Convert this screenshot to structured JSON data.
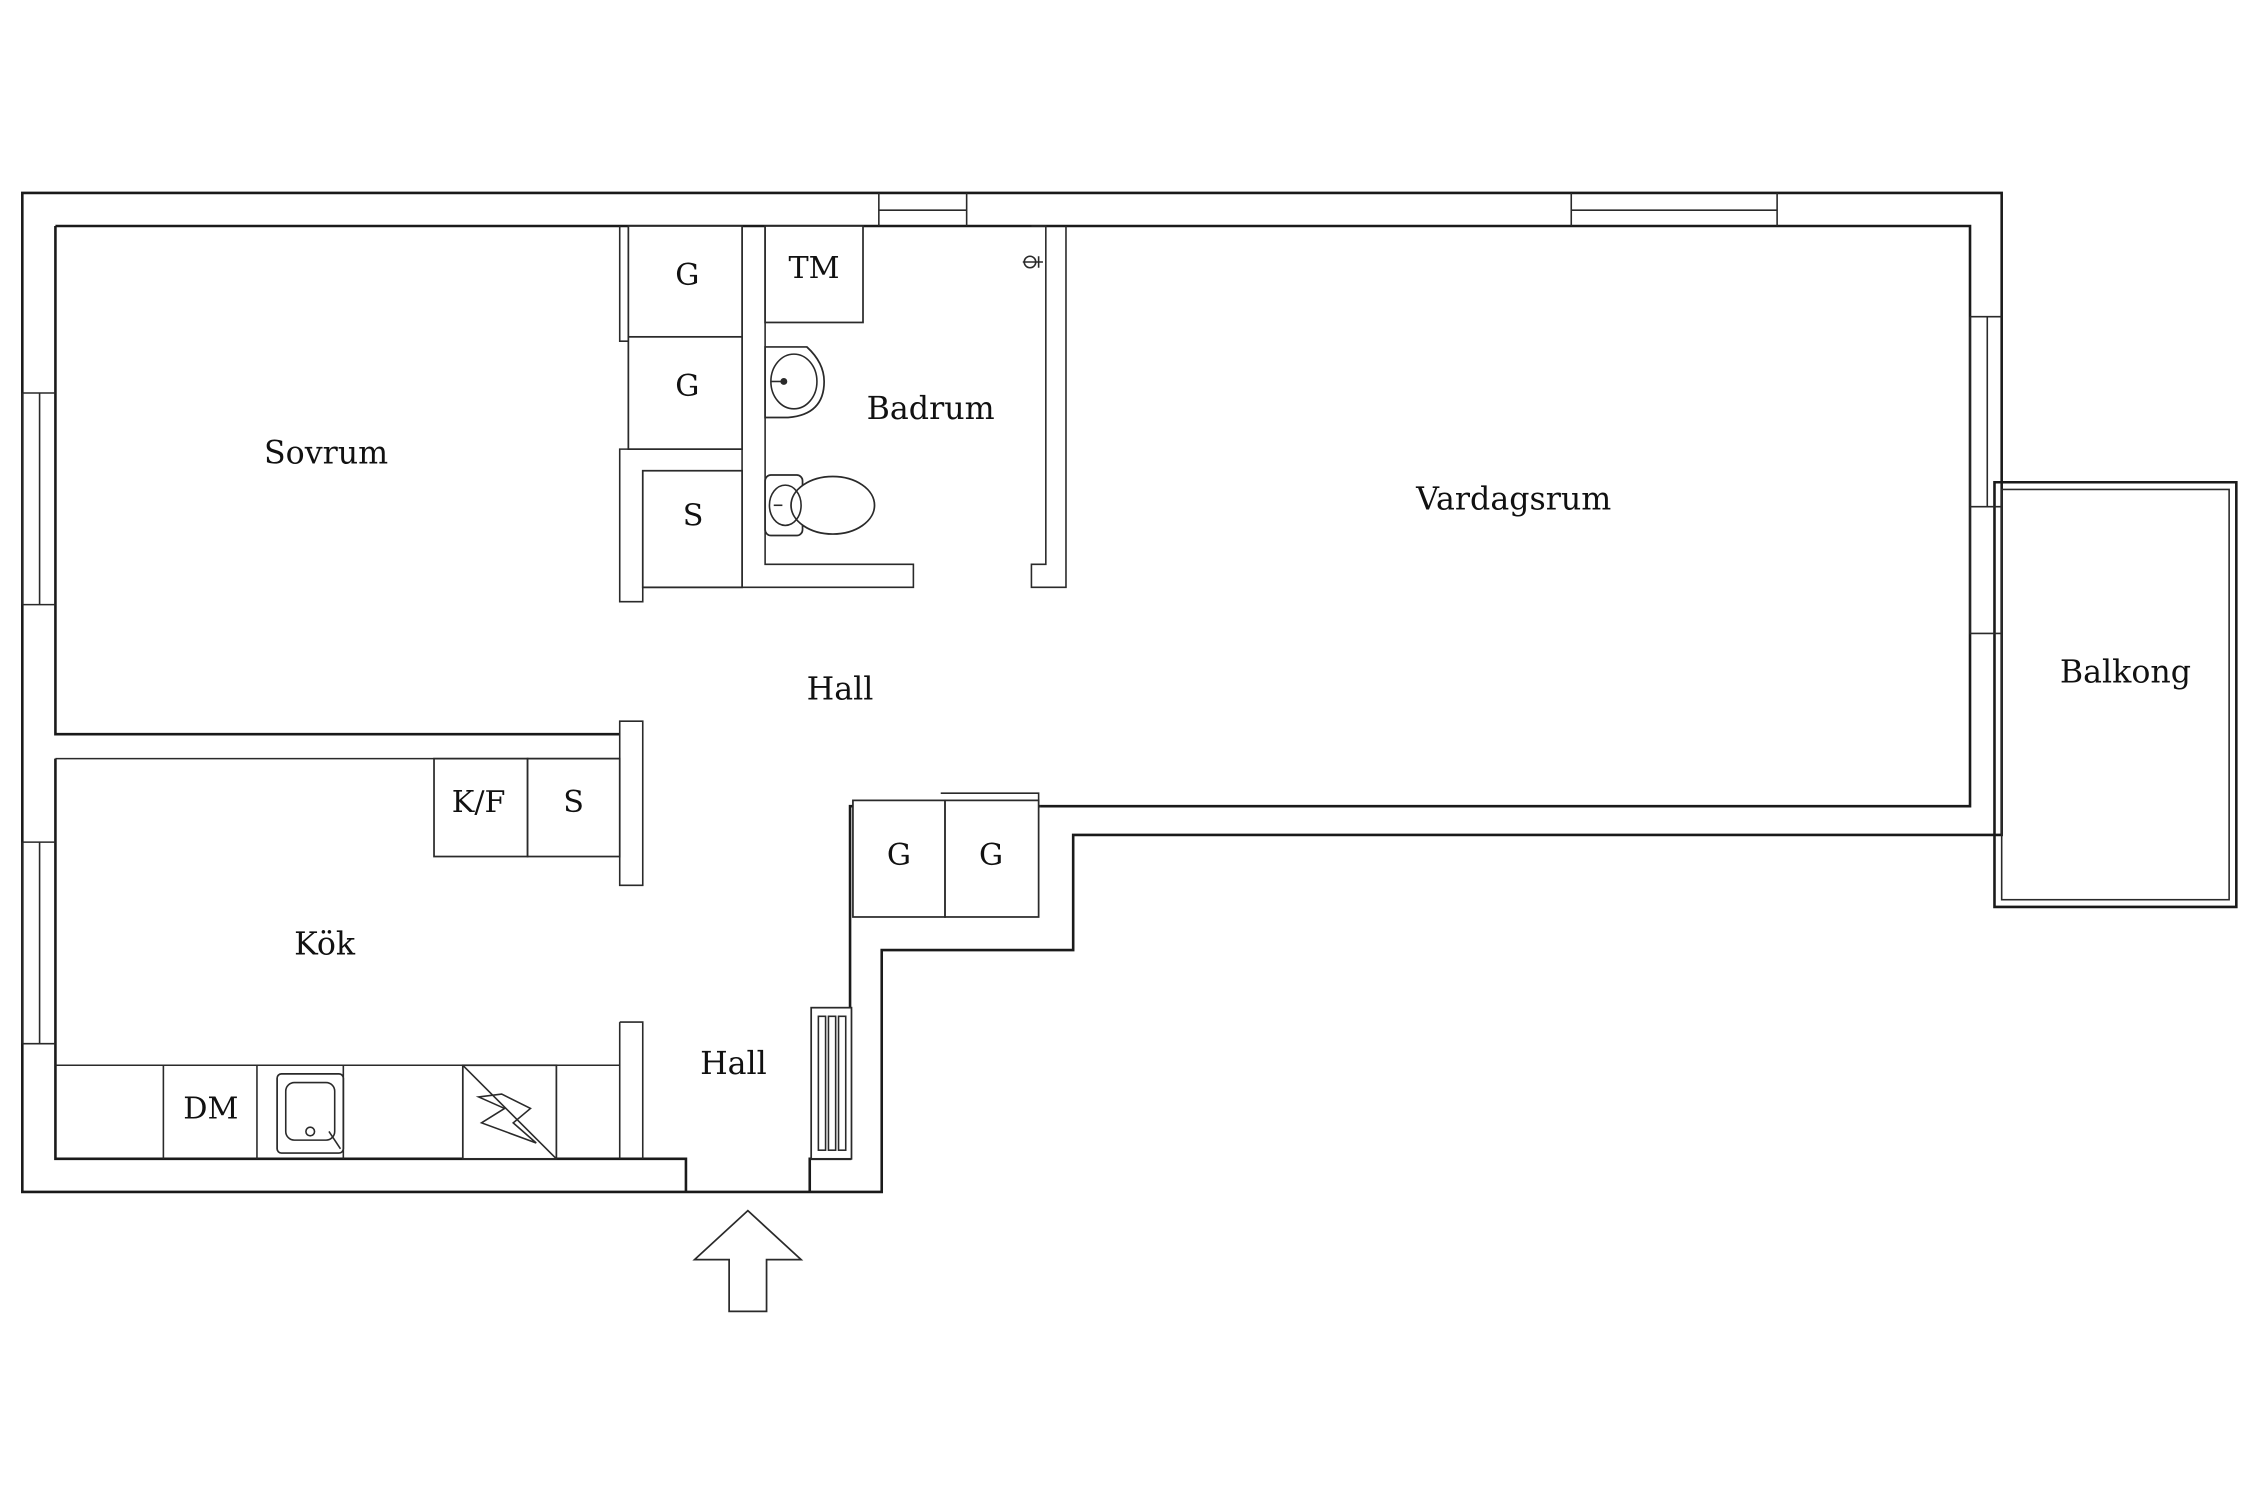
{
  "rooms": {
    "sovrum": "Sovrum",
    "badrum": "Badrum",
    "vardagsrum": "Vardagsrum",
    "balkong": "Balkong",
    "hall_upper": "Hall",
    "hall_lower": "Hall",
    "kok": "Kök"
  },
  "fixtures": {
    "wardrobe_1": "G",
    "wardrobe_2": "G",
    "storage_bedroom": "S",
    "washing_machine": "TM",
    "fridge_freezer": "K/F",
    "storage_kitchen": "S",
    "wardrobe_hall_1": "G",
    "wardrobe_hall_2": "G",
    "dishwasher": "DM"
  },
  "entrance": {
    "icon": "entrance-arrow-icon"
  }
}
